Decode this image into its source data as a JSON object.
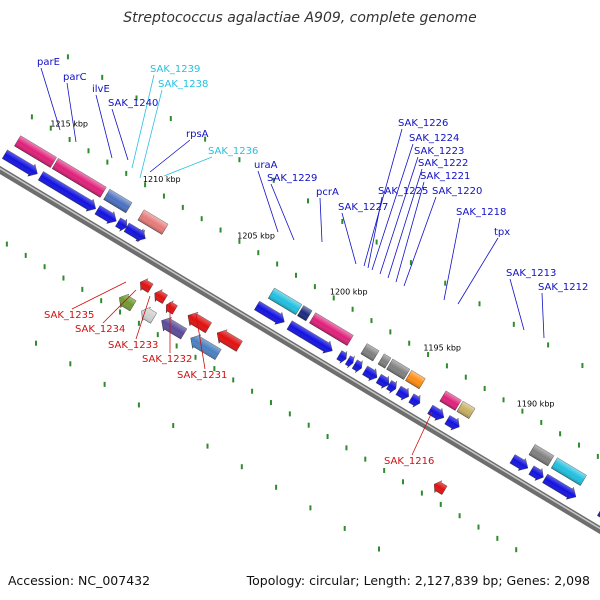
{
  "title": "Streptococcus agalactiae A909, complete genome",
  "footer": {
    "accession": "Accession: NC_007432",
    "summary": "Topology: circular; Length: 2,127,839 bp; Genes: 2,098"
  },
  "colors": {
    "forward_label": "#1010c8",
    "lightblue_label": "#28c0e0",
    "reverse_label": "#d01010",
    "backbone": "#808080",
    "tick": "#2e8b2e"
  },
  "coord_labels": [
    "1215 kbp",
    "1210 kbp",
    "1205 kbp",
    "1200 kbp",
    "1195 kbp",
    "1190 kbp"
  ],
  "forward_labels": [
    "parE",
    "parC",
    "ilvE",
    "SAK_1240",
    "SAK_1239",
    "SAK_1238",
    "rpsA",
    "SAK_1236",
    "uraA",
    "SAK_1229",
    "pcrA",
    "SAK_1227",
    "SAK_1226",
    "SAK_1224",
    "SAK_1223",
    "SAK_1222",
    "SAK_1221",
    "SAK_1225",
    "SAK_1220",
    "SAK_1218",
    "tpx",
    "SAK_1213",
    "SAK_1212"
  ],
  "reverse_labels": [
    "SAK_1235",
    "SAK_1234",
    "SAK_1233",
    "SAK_1232",
    "SAK_1231",
    "SAK_1216"
  ]
}
